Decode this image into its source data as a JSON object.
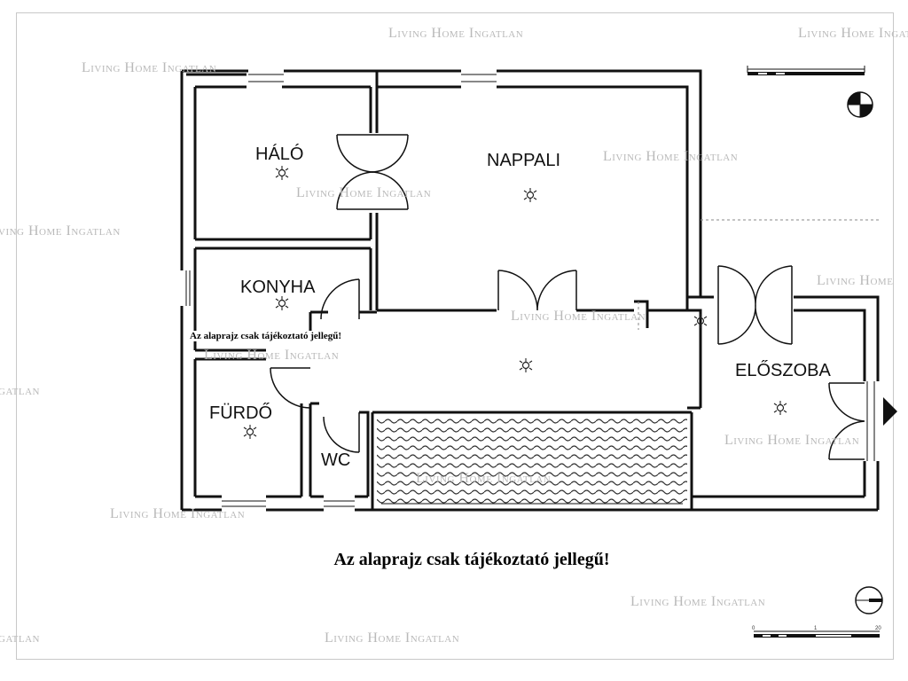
{
  "rooms": {
    "halo": "HÁLÓ",
    "nappali": "NAPPALI",
    "konyha": "KONYHA",
    "furdo": "FÜRDŐ",
    "wc": "WC",
    "eloszoba": "ELŐSZOBA"
  },
  "disclaimer": "Az alaprajz csak tájékoztató jellegű!",
  "watermark": "Living Home Ingatlan",
  "watermark_partial_1": "ving Home Ingatlan",
  "watermark_partial_2": "gatlan",
  "watermark_partial_3": "Living Home",
  "watermark_partial_4": "Living Home Ingatlan",
  "scale_bar": {
    "start": "0",
    "mid": "1",
    "end": "20"
  },
  "icons": {
    "light": "ceiling-light-icon",
    "north": "north-arrow-icon",
    "entry": "entrance-arrow-icon"
  }
}
